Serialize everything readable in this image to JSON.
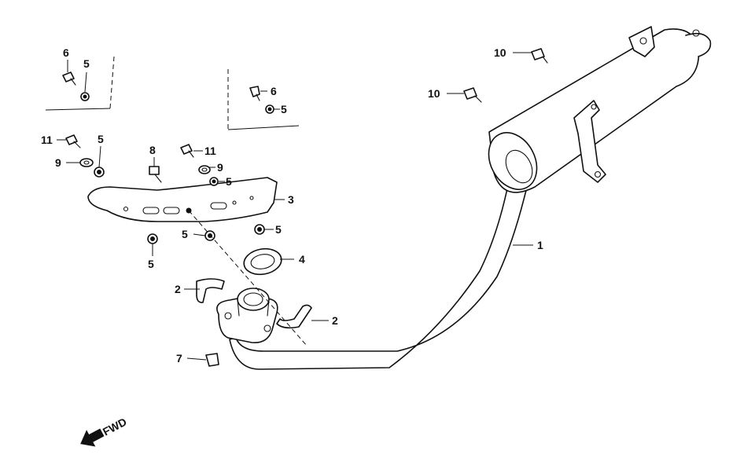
{
  "callouts": [
    {
      "id": "c1",
      "text": "1"
    },
    {
      "id": "c2a",
      "text": "2"
    },
    {
      "id": "c2b",
      "text": "2"
    },
    {
      "id": "c3",
      "text": "3"
    },
    {
      "id": "c4",
      "text": "4"
    },
    {
      "id": "c5a",
      "text": "5"
    },
    {
      "id": "c5b",
      "text": "5"
    },
    {
      "id": "c5c",
      "text": "5"
    },
    {
      "id": "c5d",
      "text": "5"
    },
    {
      "id": "c5e",
      "text": "5"
    },
    {
      "id": "c5f",
      "text": "5"
    },
    {
      "id": "c5g",
      "text": "5"
    },
    {
      "id": "c6a",
      "text": "6"
    },
    {
      "id": "c6b",
      "text": "6"
    },
    {
      "id": "c7",
      "text": "7"
    },
    {
      "id": "c8",
      "text": "8"
    },
    {
      "id": "c9a",
      "text": "9"
    },
    {
      "id": "c9b",
      "text": "9"
    },
    {
      "id": "c10a",
      "text": "10"
    },
    {
      "id": "c10b",
      "text": "10"
    },
    {
      "id": "c11a",
      "text": "11"
    },
    {
      "id": "c11b",
      "text": "11"
    }
  ],
  "direction_marker": {
    "text": "FWD",
    "icon": "arrow-icon"
  }
}
